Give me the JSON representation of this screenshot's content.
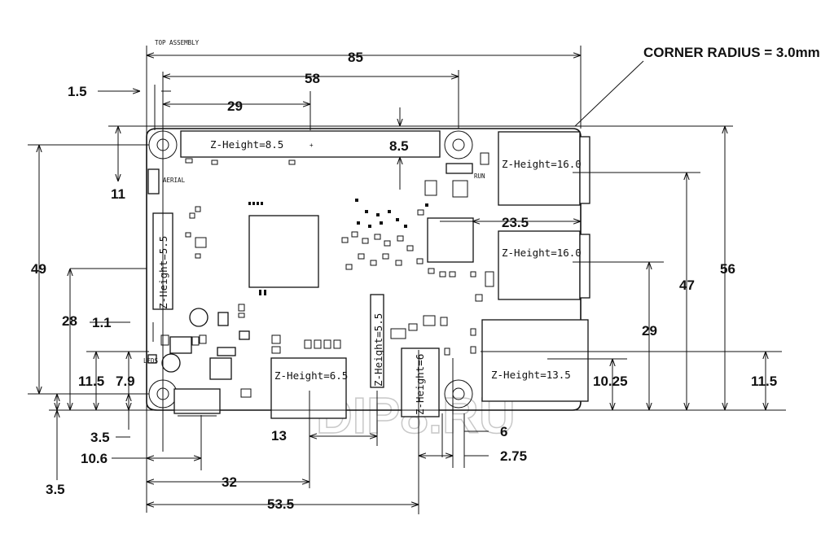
{
  "title": "TOP ASSEMBLY",
  "notes": {
    "corner_radius": "CORNER RADIUS = 3.0mm"
  },
  "labels": {
    "aerial": "AERIAL",
    "run": "RUN",
    "leds": "LEDS",
    "z_gpio": "Z-Height=8.5",
    "z_usb_top": "Z-Height=16.0",
    "z_usb_mid": "Z-Height=16.0",
    "z_ethernet": "Z-Height=13.5",
    "z_hdmi": "Z-Height=6.5",
    "z_display": "Z-Height=5.5",
    "z_camera": "Z-Height=5.5",
    "z_audio": "Z-Height=6"
  },
  "dimensions": {
    "d85": "85",
    "d58": "58",
    "d29_top": "29",
    "d1_5": "1.5",
    "d11": "11",
    "d8_5": "8.5",
    "d49": "49",
    "d28": "28",
    "d1_1": "1.1",
    "d11_5_left": "11.5",
    "d7_9": "7.9",
    "d3_5_a": "3.5",
    "d10_6": "10.6",
    "d3_5_b": "3.5",
    "d32": "32",
    "d53_5": "53.5",
    "d13": "13",
    "d6": "6",
    "d2_75": "2.75",
    "d23_5": "23.5",
    "d47": "47",
    "d56": "56",
    "d29_right": "29",
    "d10_25": "10.25",
    "d11_5_right": "11.5"
  },
  "watermark": "DIP8.RU",
  "colors": {
    "ink": "#111111",
    "paper": "#ffffff",
    "watermark": "#c8c8c8"
  }
}
